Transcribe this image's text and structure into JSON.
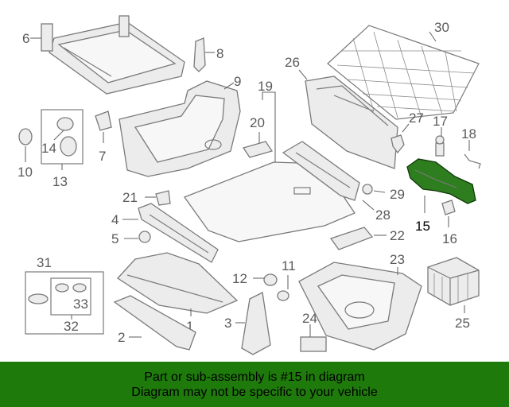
{
  "callouts": {
    "c1": "1",
    "c2": "2",
    "c3": "3",
    "c4": "4",
    "c5": "5",
    "c6": "6",
    "c7": "7",
    "c8": "8",
    "c9": "9",
    "c10": "10",
    "c11": "11",
    "c12": "12",
    "c13": "13",
    "c14": "14",
    "c15": "15",
    "c16": "16",
    "c17": "17",
    "c18": "18",
    "c19": "19",
    "c20": "20",
    "c21": "21",
    "c22": "22",
    "c23": "23",
    "c24": "24",
    "c25": "25",
    "c26": "26",
    "c27": "27",
    "c28": "28",
    "c29": "29",
    "c30": "30",
    "c31": "31",
    "c32": "32",
    "c33": "33"
  },
  "highlighted_part": "15",
  "highlight_color": "#2e7d1f",
  "banner": {
    "line1": "Part or sub-assembly is #15 in diagram",
    "line2": "Diagram may not be specific to your vehicle",
    "background": "#1f7a0c"
  }
}
